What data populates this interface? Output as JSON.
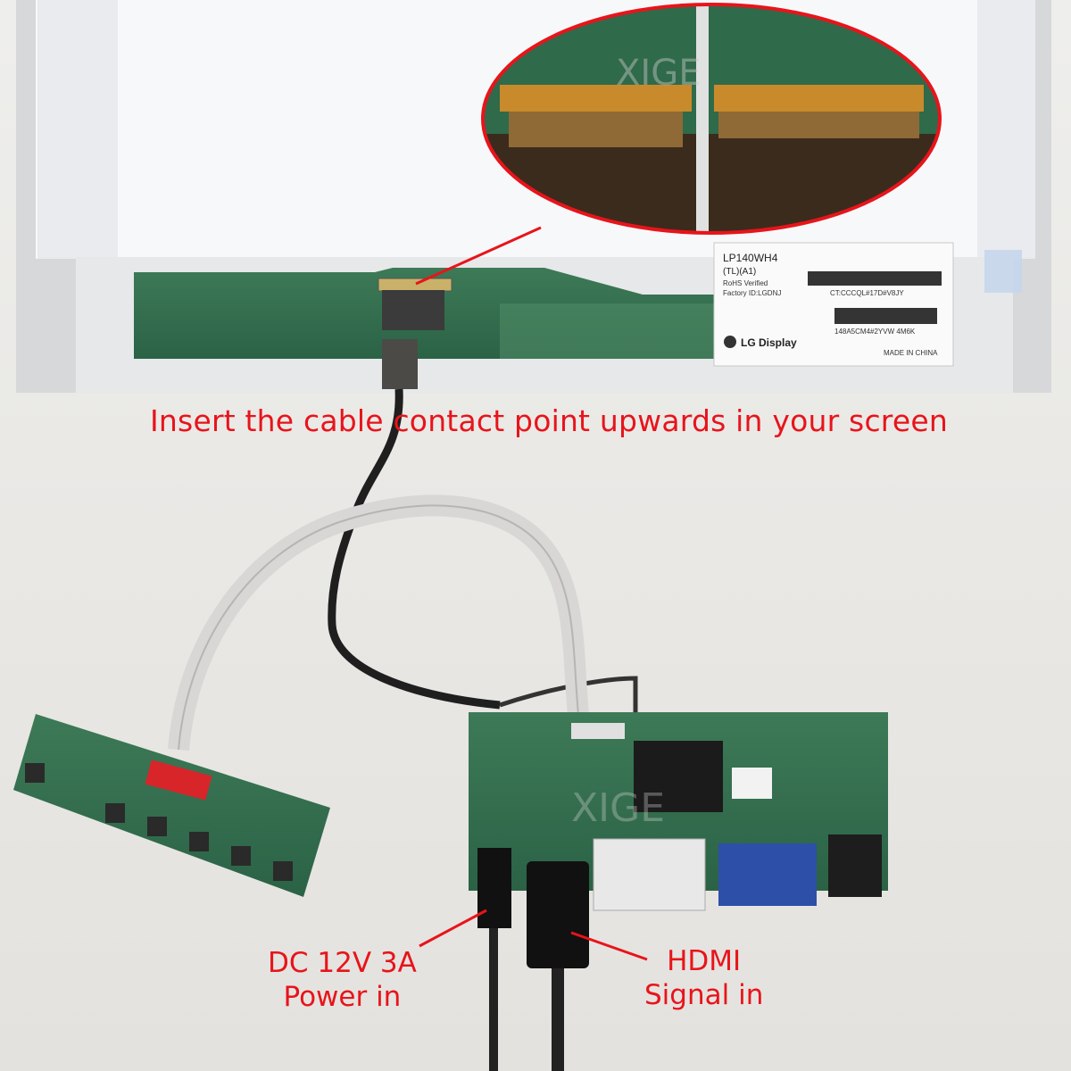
{
  "captions": {
    "main": "Insert the cable contact point upwards in your screen",
    "dc_line1": "DC 12V 3A",
    "dc_line2": "Power in",
    "hdmi_line1": "HDMI",
    "hdmi_line2": "Signal in"
  },
  "panel_label": {
    "model": "LP140WH4",
    "model_sub": "(TL)(A1)",
    "rohs": "RoHS Verified",
    "factory": "Factory ID:LGDNJ",
    "ct_code": "CT:CCCQL#17D#V8JY",
    "serial": "148A5CM4#2YVW  4M6K",
    "brand": "LG Display",
    "made_in": "MADE IN CHINA"
  },
  "watermark": "XIGE",
  "colors": {
    "caption": "#e8141b",
    "pcb_green": "#2f6b4b",
    "pcb_light": "#5f8f6f",
    "background": "#eceae6",
    "panel_white": "#f7f8fa"
  }
}
